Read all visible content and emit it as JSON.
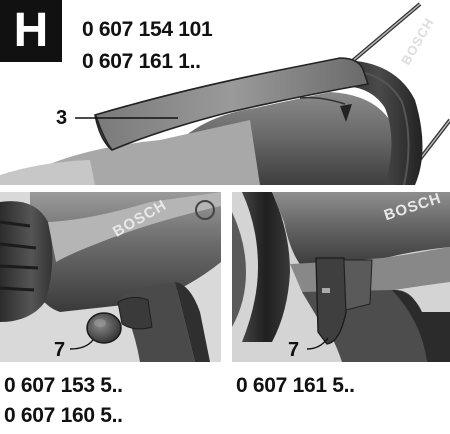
{
  "figure": {
    "letter": "H",
    "top_models": [
      "0 607 154 101",
      "0 607 161 1.."
    ],
    "callouts": {
      "top": "3",
      "left": "7",
      "right": "7"
    },
    "captions_left": [
      "0 607 153 5..",
      "0 607 160 5.."
    ],
    "captions_right": [
      "0 607 161 5.."
    ],
    "brand_marks": [
      "BOSCH",
      "BOSCH",
      "BOSCH"
    ]
  }
}
